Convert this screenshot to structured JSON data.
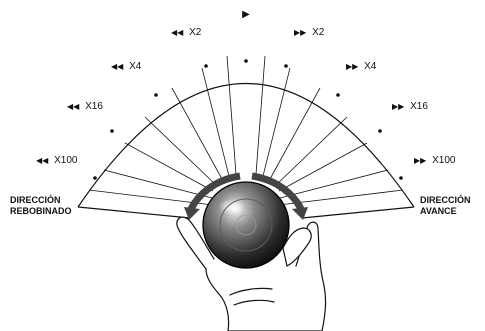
{
  "colors": {
    "line": "#111111",
    "arrow": "#444444",
    "knob_dark": "#1c1c1c",
    "knob_light": "#f2f2f2"
  },
  "icons": {
    "rewind": "◀◀",
    "forward": "▶▶",
    "play": "▶"
  },
  "rewind_speeds": [
    {
      "icon": "◀◀",
      "label": "X2"
    },
    {
      "icon": "◀◀",
      "label": "X4"
    },
    {
      "icon": "◀◀",
      "label": "X16"
    },
    {
      "icon": "◀◀",
      "label": "X100"
    }
  ],
  "forward_speeds": [
    {
      "icon": "▶▶",
      "label": "X2"
    },
    {
      "icon": "▶▶",
      "label": "X4"
    },
    {
      "icon": "▶▶",
      "label": "X16"
    },
    {
      "icon": "▶▶",
      "label": "X100"
    }
  ],
  "rewind_direction": {
    "line1": "DIRECCIÓN",
    "line2": "REBOBINADO"
  },
  "forward_direction": {
    "line1": "DIRECCIÓN",
    "line2": "AVANCE"
  }
}
